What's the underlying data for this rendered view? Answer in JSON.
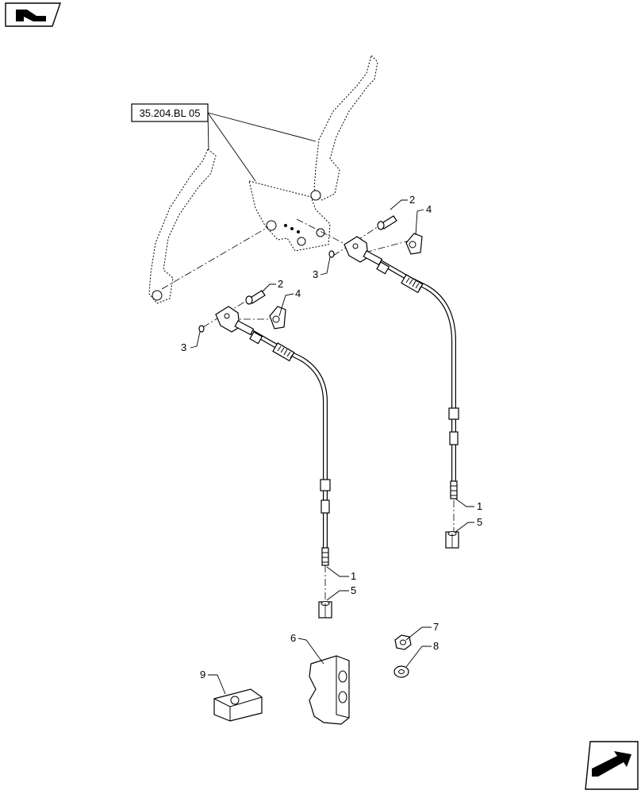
{
  "reference_box": {
    "text": "35.204.BL 05"
  },
  "callouts": {
    "left_assembly": {
      "cable": "1",
      "pin": "2",
      "clip": "3",
      "retainer": "4",
      "nut": "5"
    },
    "right_assembly": {
      "cable": "1",
      "pin": "2",
      "clip": "3",
      "retainer": "4",
      "nut": "5"
    },
    "loose_parts": {
      "clamp": "6",
      "locknut": "7",
      "washer": "8",
      "block": "9"
    }
  },
  "icons": {
    "top_left": "view-orientation-icon",
    "bottom_right": "next-page-arrow-icon"
  }
}
